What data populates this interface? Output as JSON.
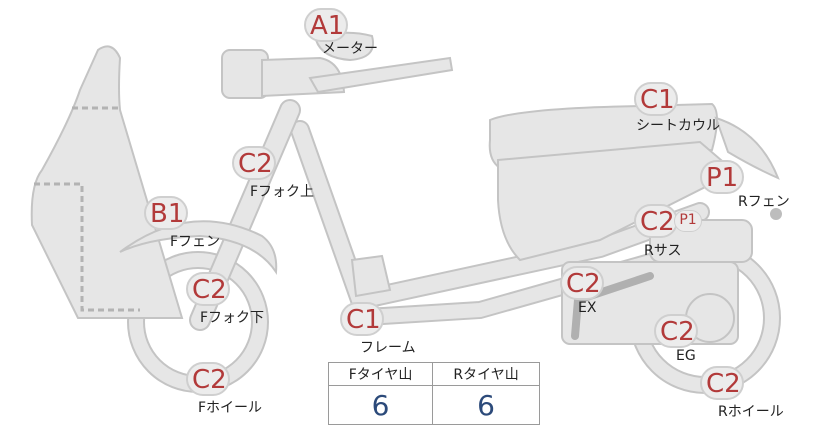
{
  "parts": {
    "meter": {
      "code": "A1",
      "label": "メーター"
    },
    "seat_cowl": {
      "code": "C1",
      "label": "シートカウル"
    },
    "rear_fender": {
      "code": "P1",
      "label": "Rフェン"
    },
    "rear_susp": {
      "code": "C2",
      "sub_code": "P1",
      "label": "Rサス"
    },
    "front_fork_upper": {
      "code": "C2",
      "label": "Fフォク上"
    },
    "front_fender": {
      "code": "B1",
      "label": "Fフェン"
    },
    "front_fork_lower": {
      "code": "C2",
      "label": "Fフォク下"
    },
    "frame": {
      "code": "C1",
      "label": "フレーム"
    },
    "exhaust": {
      "code": "C2",
      "label": "EX"
    },
    "engine": {
      "code": "C2",
      "label": "EG"
    },
    "front_wheel": {
      "code": "C2",
      "label": "Fホイール"
    },
    "rear_wheel": {
      "code": "C2",
      "label": "Rホイール"
    }
  },
  "tread_table": {
    "front_header": "Fタイヤ山",
    "rear_header": "Rタイヤ山",
    "front_value": "6",
    "rear_value": "6"
  }
}
